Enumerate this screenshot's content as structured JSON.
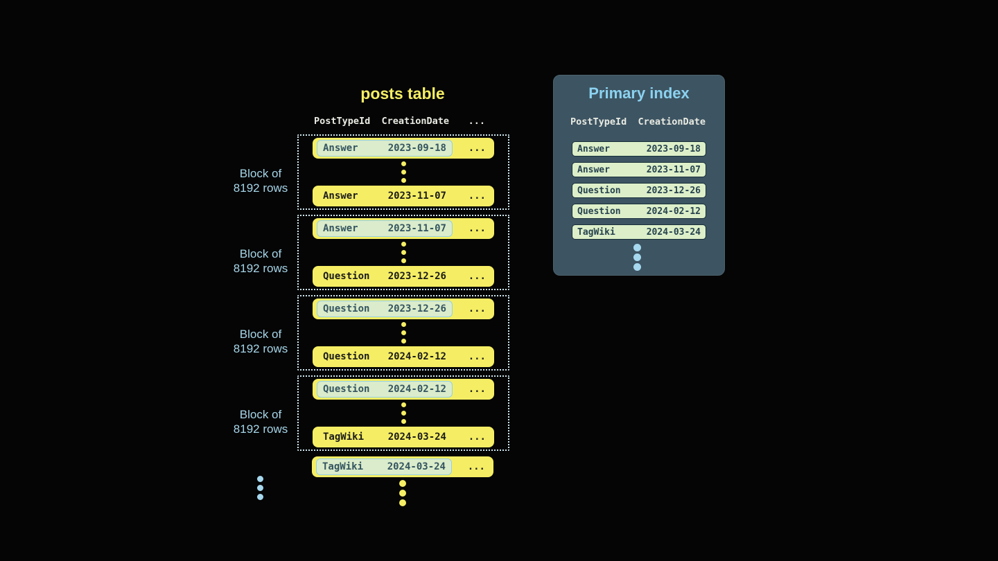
{
  "posts_table": {
    "title": "posts table",
    "columns": [
      "PostTypeId",
      "CreationDate",
      "..."
    ],
    "ellipsis": "...",
    "blocks": [
      {
        "label_line1": "Block of",
        "label_line2": "8192 rows",
        "first": {
          "type": "Answer",
          "date": "2023-09-18"
        },
        "last": {
          "type": "Answer",
          "date": "2023-11-07"
        }
      },
      {
        "label_line1": "Block of",
        "label_line2": "8192 rows",
        "first": {
          "type": "Answer",
          "date": "2023-11-07"
        },
        "last": {
          "type": "Question",
          "date": "2023-12-26"
        }
      },
      {
        "label_line1": "Block of",
        "label_line2": "8192 rows",
        "first": {
          "type": "Question",
          "date": "2023-12-26"
        },
        "last": {
          "type": "Question",
          "date": "2024-02-12"
        }
      },
      {
        "label_line1": "Block of",
        "label_line2": "8192 rows",
        "first": {
          "type": "Question",
          "date": "2024-02-12"
        },
        "last": {
          "type": "TagWiki",
          "date": "2024-03-24"
        }
      }
    ],
    "overflow_row": {
      "type": "TagWiki",
      "date": "2024-03-24"
    }
  },
  "primary_index": {
    "title": "Primary index",
    "columns": [
      "PostTypeId",
      "CreationDate"
    ],
    "rows": [
      {
        "type": "Answer",
        "date": "2023-09-18"
      },
      {
        "type": "Answer",
        "date": "2023-11-07"
      },
      {
        "type": "Question",
        "date": "2023-12-26"
      },
      {
        "type": "Question",
        "date": "2024-02-12"
      },
      {
        "type": "TagWiki",
        "date": "2024-03-24"
      }
    ]
  },
  "colors": {
    "bg": "#050505",
    "row_yellow": "#f5ee64",
    "row_text": "#1b1b1b",
    "highlight_bg": "#daeccb",
    "highlight_border": "#96d0e5",
    "highlight_text": "#345460",
    "block_border": "#d2e9f2",
    "block_label": "#a6d5e8",
    "panel_bg": "#3d5462",
    "panel_title": "#8bd2f0",
    "index_row_bg": "#dcefc9",
    "index_row_border": "#182f3a",
    "index_row_text": "#26424e",
    "header_text": "#e9ebe3",
    "blue_dot": "#a6d8ee"
  }
}
